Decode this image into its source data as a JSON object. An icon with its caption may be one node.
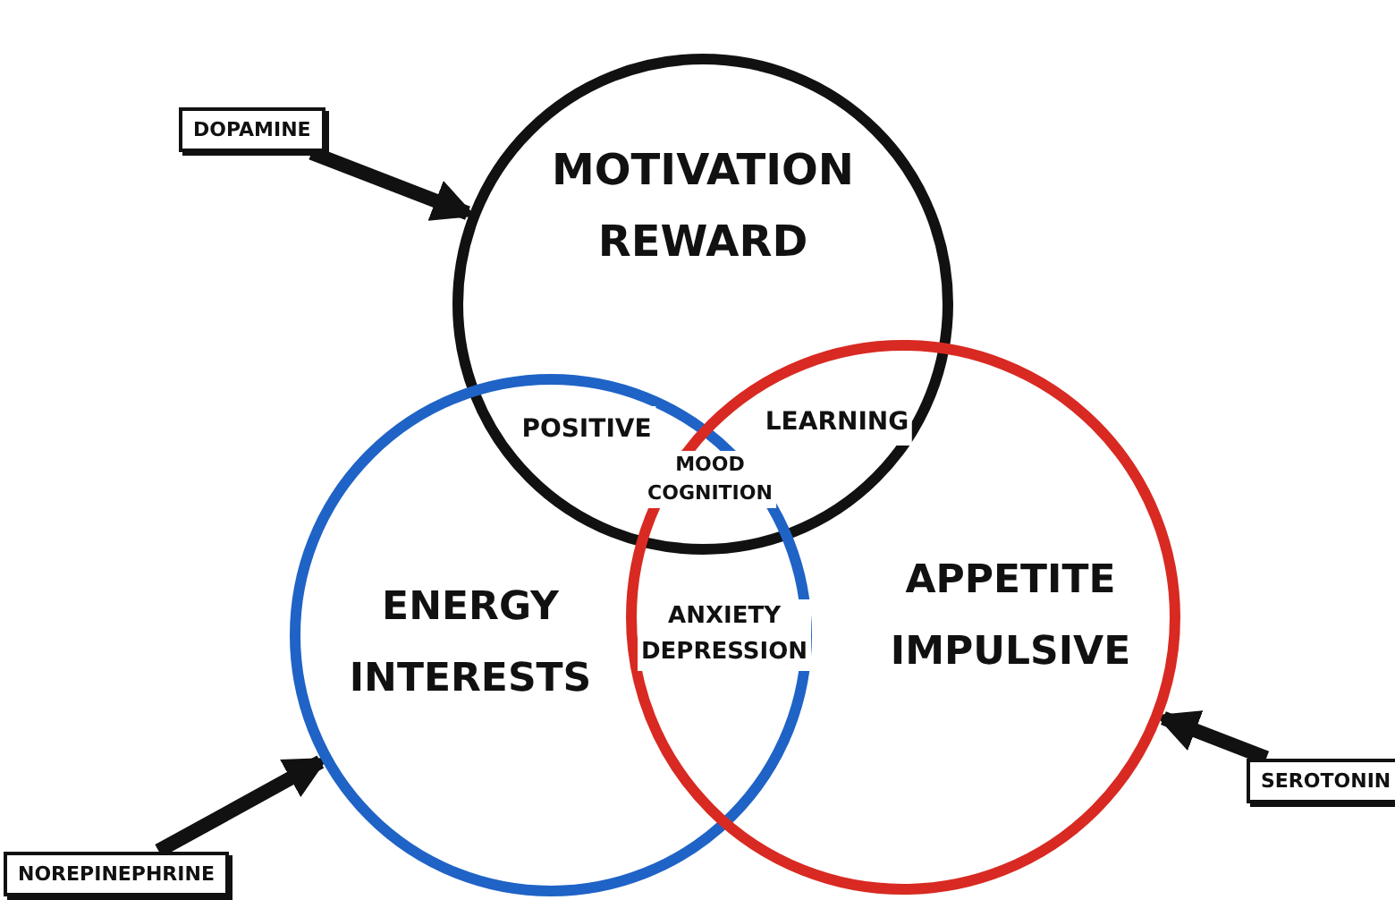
{
  "diagram": {
    "nodes": [
      {
        "text": [
          "MOTIVATION REWARD"
        ]
      },
      {
        "text": [
          "ENERGY INTERESTS"
        ]
      },
      {
        "text": [
          "APPETITE IMPULSIVE"
        ]
      },
      {
        "text": [
          "DOPAMINE"
        ]
      },
      {
        "text": [
          "NOREPINEPHRINE"
        ]
      },
      {
        "text": [
          "SEROTONIN"
        ]
      }
    ],
    "edges": [
      {
        "from": 3,
        "to": 0,
        "arrow": "to"
      },
      {
        "from": 4,
        "to": 1,
        "arrow": "to"
      },
      {
        "from": 5,
        "to": 2,
        "arrow": "to"
      }
    ],
    "labels": [
      "POSITIVE",
      "LEARNING",
      "MOOD COGNITION",
      "ANXIETY DEPRESSION"
    ]
  }
}
